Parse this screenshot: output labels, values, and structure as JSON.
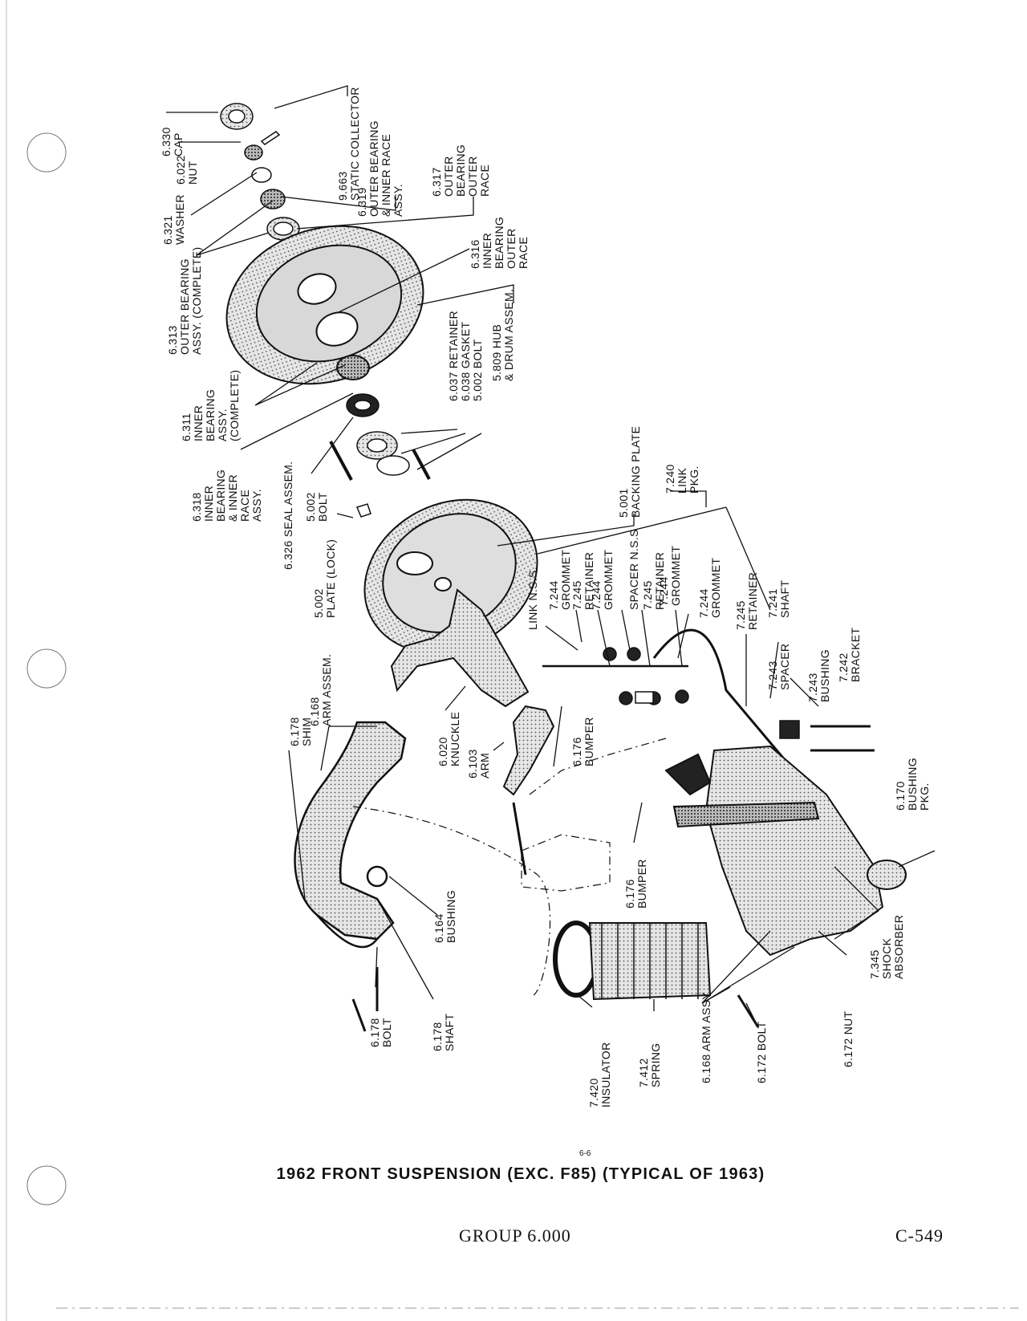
{
  "figure": {
    "page_marker": "6-6",
    "title": "1962 FRONT SUSPENSION (EXC. F85) (TYPICAL OF 1963)",
    "group": "GROUP 6.000",
    "page_number": "C-549"
  },
  "callouts": [
    {
      "id": "cap",
      "lines": [
        "6.330",
        "CAP"
      ]
    },
    {
      "id": "nut",
      "lines": [
        "6.022",
        "NUT"
      ]
    },
    {
      "id": "washer",
      "lines": [
        "6.321",
        "WASHER"
      ]
    },
    {
      "id": "outer-bearing-assy",
      "lines": [
        "6.313",
        "OUTER BEARING",
        "ASSY. (COMPLETE)"
      ]
    },
    {
      "id": "inner-bearing-assy",
      "lines": [
        "6.311",
        "INNER",
        "BEARING",
        "ASSY.",
        "(COMPLETE)"
      ]
    },
    {
      "id": "inner-bearing-race",
      "lines": [
        "6.318",
        "INNER",
        "BEARING",
        "& INNER",
        "RACE",
        "ASSY."
      ]
    },
    {
      "id": "static-collector",
      "lines": [
        "9.663",
        "STATIC COLLECTOR"
      ]
    },
    {
      "id": "outer-bearing-inner-race",
      "lines": [
        "6.319",
        "OUTER BEARING",
        "& INNER RACE",
        "ASSY."
      ]
    },
    {
      "id": "outer-bearing-outer-race",
      "lines": [
        "6.317",
        "OUTER",
        "BEARING",
        "OUTER",
        "RACE"
      ]
    },
    {
      "id": "inner-bearing-outer-race",
      "lines": [
        "6.316",
        "INNER",
        "BEARING",
        "OUTER",
        "RACE"
      ]
    },
    {
      "id": "hub-drum",
      "lines": [
        "5.809  HUB",
        "& DRUM ASSEM."
      ]
    },
    {
      "id": "retainer-gasket-bolt",
      "lines": [
        "6.037  RETAINER",
        "6.038  GASKET",
        "5.002  BOLT"
      ]
    },
    {
      "id": "seal-assem",
      "lines": [
        "6.326  SEAL ASSEM."
      ]
    },
    {
      "id": "bolt-5002",
      "lines": [
        "5.002",
        "BOLT"
      ]
    },
    {
      "id": "plate-lock",
      "lines": [
        "5.002",
        "PLATE (LOCK)"
      ]
    },
    {
      "id": "backing-plate",
      "lines": [
        "5.001",
        "BACKING PLATE"
      ]
    },
    {
      "id": "link-pkg",
      "lines": [
        "7.240",
        "LINK",
        "PKG."
      ]
    },
    {
      "id": "link-nss",
      "lines": [
        "LINK N.S.S."
      ]
    },
    {
      "id": "grommet-1",
      "lines": [
        "7.244",
        "GROMMET"
      ]
    },
    {
      "id": "retainer-1",
      "lines": [
        "7.245",
        "RETAINER"
      ]
    },
    {
      "id": "grommet-2",
      "lines": [
        "7.244",
        "GROMMET"
      ]
    },
    {
      "id": "spacer-nss",
      "lines": [
        "SPACER N.S.S"
      ]
    },
    {
      "id": "retainer-2",
      "lines": [
        "7.245",
        "RETAINER"
      ]
    },
    {
      "id": "grommet-3",
      "lines": [
        "7.244",
        "GROMMET"
      ]
    },
    {
      "id": "grommet-4",
      "lines": [
        "7.244",
        "GROMMET"
      ]
    },
    {
      "id": "retainer-3",
      "lines": [
        "7.245",
        "RETAINER"
      ]
    },
    {
      "id": "shaft-7241",
      "lines": [
        "7.241",
        "SHAFT"
      ]
    },
    {
      "id": "spacer-7243",
      "lines": [
        "7.243",
        "SPACER"
      ]
    },
    {
      "id": "bushing-7243",
      "lines": [
        "7.243",
        "BUSHING"
      ]
    },
    {
      "id": "bracket",
      "lines": [
        "7.242",
        "BRACKET"
      ]
    },
    {
      "id": "shim",
      "lines": [
        "6.178",
        "SHIM"
      ]
    },
    {
      "id": "arm-assem-upper",
      "lines": [
        "6.168",
        "ARM ASSEM."
      ]
    },
    {
      "id": "knuckle",
      "lines": [
        "6.020",
        "KNUCKLE"
      ]
    },
    {
      "id": "arm-6103",
      "lines": [
        "6.103",
        "ARM"
      ]
    },
    {
      "id": "bumper-upper",
      "lines": [
        "6.176",
        "BUMPER"
      ]
    },
    {
      "id": "bushing-pkg",
      "lines": [
        "6.170",
        "BUSHING",
        "PKG."
      ]
    },
    {
      "id": "bumper-lower",
      "lines": [
        "6.176",
        "BUMPER"
      ]
    },
    {
      "id": "bushing-6164",
      "lines": [
        "6.164",
        "BUSHING"
      ]
    },
    {
      "id": "bolt-6178",
      "lines": [
        "6.178",
        "BOLT"
      ]
    },
    {
      "id": "shaft-6178",
      "lines": [
        "6.178",
        "SHAFT"
      ]
    },
    {
      "id": "insulator",
      "lines": [
        "7.420",
        "INSULATOR"
      ]
    },
    {
      "id": "spring",
      "lines": [
        "7.412",
        "SPRING"
      ]
    },
    {
      "id": "arm-assy-lower",
      "lines": [
        "6.168  ARM ASSY."
      ]
    },
    {
      "id": "bolt-6172",
      "lines": [
        "6.172  BOLT"
      ]
    },
    {
      "id": "nut-6172",
      "lines": [
        "6.172  NUT"
      ]
    },
    {
      "id": "shock-absorber",
      "lines": [
        "7.345",
        "SHOCK",
        "ABSORBER"
      ]
    }
  ]
}
